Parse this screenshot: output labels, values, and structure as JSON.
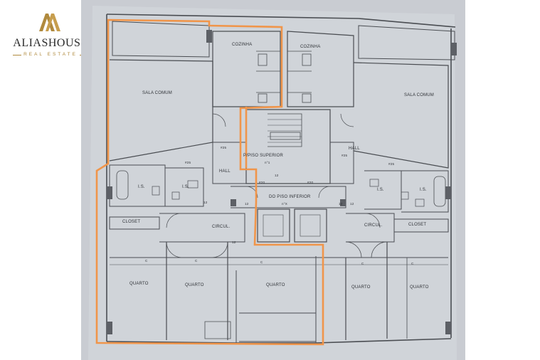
{
  "brand": {
    "name": "ALIASHOUSE",
    "tagline": "REAL ESTATE",
    "accent_color": "#b08a3e",
    "logo_icon": "aa-monogram-icon"
  },
  "floor_plan": {
    "highlight_color": "#f0954a",
    "rooms": {
      "cozinha_left": "COZINHA",
      "cozinha_right": "COZINHA",
      "sala_left": "SALA COMUM",
      "sala_right": "SALA COMUM",
      "hall_left": "HALL",
      "hall_right": "HALL",
      "is_left_1": "I.S.",
      "is_left_2": "I.S.",
      "is_right_1": "I.S.",
      "is_right_2": "I.S.",
      "closet_left": "CLOSET",
      "closet_right": "CLOSET",
      "circul_left": "CIRCUL.",
      "circul_right": "CIRCUL.",
      "quarto_1": "QUARTO",
      "quarto_2": "QUARTO",
      "quarto_3": "QUARTO",
      "quarto_4": "QUARTO",
      "quarto_5": "QUARTO"
    },
    "stairs": {
      "up_label": "P/PISO SUPERIOR",
      "up_code": "n°1",
      "down_label": "DO PISO INFERIOR",
      "down_code": "n°X"
    },
    "marks": {
      "m25_a": "#25",
      "m25_b": "#25",
      "m25_c": "#25",
      "m25_d": "#25",
      "m20_a": "#20",
      "m20_b": "#20",
      "box_a": "12",
      "box_b": "12",
      "box_c": "12",
      "box_d": "12",
      "box_e": "12",
      "box_f": "12",
      "c_a": "C",
      "c_b": "C",
      "c_c": "C",
      "c_d": "C",
      "c_e": "C"
    }
  }
}
